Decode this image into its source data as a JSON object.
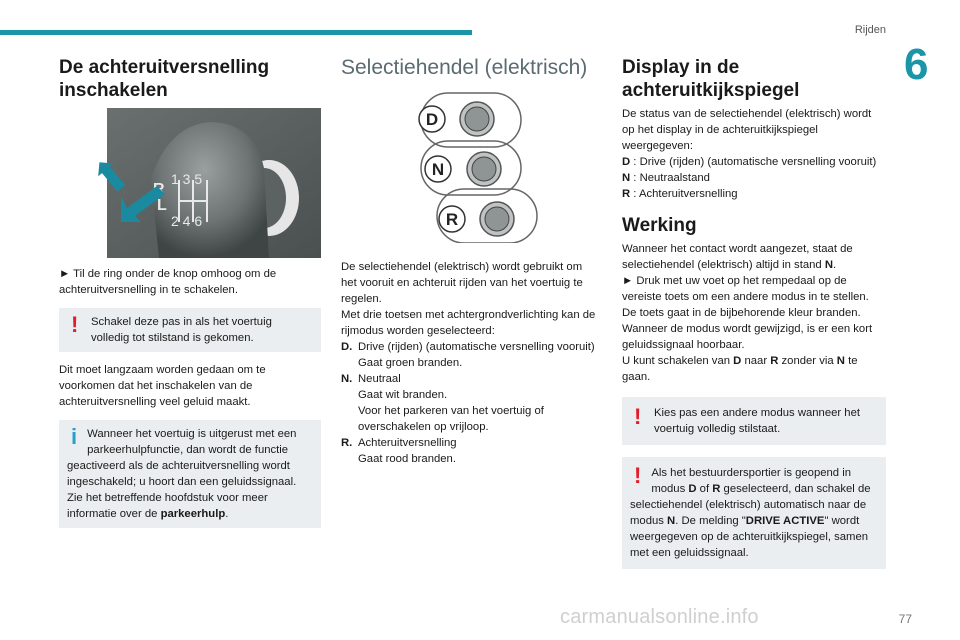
{
  "header": {
    "section": "Rijden",
    "chapter": "6",
    "page": "77"
  },
  "col1": {
    "title": "De achteruitversnelling inschakelen",
    "step": "► Til de ring onder de knop omhoog om de achteruitversnelling in te schakelen.",
    "warning": "Schakel deze pas in als het voertuig volledig tot stilstand is gekomen.",
    "para": "Dit moet langzaam worden gedaan om te voorkomen dat het inschakelen van de achteruitversnelling veel geluid maakt.",
    "info_text": "Wanneer het voertuig is uitgerust met een parkeerhulpfunctie, dan wordt de functie geactiveerd als de achteruitversnelling wordt ingeschakeld; u hoort dan een geluidssignaal. Zie het betreffende hoofdstuk voor meer informatie over de ",
    "info_bold": "parkeerhulp",
    "info_end": ".",
    "knob": {
      "digits_top": "1 3 5",
      "digits_bottom": "2 4 6",
      "r": "R",
      "l": "L"
    }
  },
  "col2": {
    "title": "Selectiehendel (elektrisch)",
    "buttons": [
      "D",
      "N",
      "R"
    ],
    "intro": "De selectiehendel (elektrisch) wordt gebruikt om het vooruit en achteruit rijden van het voertuig te regelen.",
    "intro2": "Met drie toetsen met achtergrondverlichting kan de rijmodus worden geselecteerd:",
    "modes": [
      {
        "key": "D.",
        "line1": "Drive (rijden) (automatische versnelling vooruit)",
        "line2": "Gaat groen branden.",
        "line3": ""
      },
      {
        "key": "N.",
        "line1": "Neutraal",
        "line2": "Gaat wit branden.",
        "line3": "Voor het parkeren van het voertuig of overschakelen op vrijloop."
      },
      {
        "key": "R.",
        "line1": "Achteruitversnelling",
        "line2": "Gaat rood branden.",
        "line3": ""
      }
    ]
  },
  "col3": {
    "title": "Display in de achteruitkijkspiegel",
    "intro": "De status van de selectiehendel (elektrisch) wordt op het display in de achteruitkijkspiegel weergegeven:",
    "states": [
      {
        "k": "D",
        "v": " : Drive (rijden) (automatische versnelling vooruit)"
      },
      {
        "k": "N",
        "v": " : Neutraalstand"
      },
      {
        "k": "R",
        "v": " : Achteruitversnelling"
      }
    ],
    "title2": "Werking",
    "w1": "Wanneer het contact wordt aangezet, staat de selectiehendel (elektrisch) altijd in stand ",
    "w1b": "N",
    "w1e": ".",
    "w2": "► Druk met uw voet op het rempedaal op de vereiste toets om een andere modus in te stellen.",
    "w3": "De toets gaat in de bijbehorende kleur branden.",
    "w4": "Wanneer de modus wordt gewijzigd, is er een kort geluidssignaal hoorbaar.",
    "w5a": "U kunt schakelen van ",
    "w5b": "D",
    "w5c": " naar ",
    "w5d": "R",
    "w5e": " zonder via ",
    "w5f": "N",
    "w5g": " te gaan.",
    "warn1": "Kies pas een andere modus wanneer het voertuig volledig stilstaat.",
    "warn2a": "Als het bestuurdersportier is geopend in modus ",
    "warn2b": "D",
    "warn2c": " of ",
    "warn2d": "R",
    "warn2e": " geselecteerd, dan schakel de selectiehendel (elektrisch) automatisch naar de modus ",
    "warn2f": "N",
    "warn2g": ". De melding \"",
    "warn2h": "DRIVE ACTIVE",
    "warn2i": "\" wordt weergegeven op de achteruitkijkspiegel, samen met een geluidssignaal."
  },
  "footer": {
    "watermark": "carmanualsonline.info"
  }
}
